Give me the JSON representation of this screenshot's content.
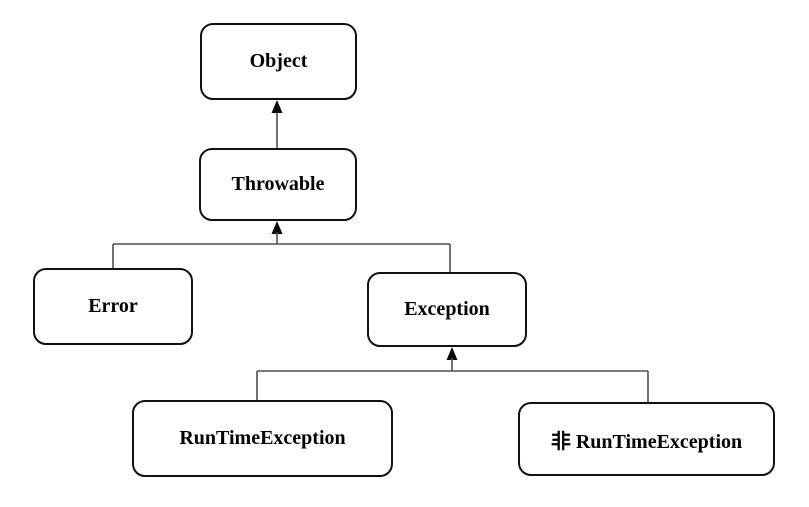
{
  "diagram": {
    "type": "class-hierarchy",
    "nodes": {
      "object": {
        "label": "Object"
      },
      "throwable": {
        "label": "Throwable"
      },
      "error": {
        "label": "Error"
      },
      "exception": {
        "label": "Exception"
      },
      "runtime_exception": {
        "label": "RunTimeException"
      },
      "non_runtime_exception": {
        "label": "非 RunTimeException"
      }
    },
    "edges": [
      {
        "from": "Throwable",
        "to": "Object"
      },
      {
        "from": "Error",
        "to": "Throwable"
      },
      {
        "from": "Exception",
        "to": "Throwable"
      },
      {
        "from": "RunTimeException",
        "to": "Exception"
      },
      {
        "from": "非 RunTimeException",
        "to": "Exception"
      }
    ],
    "colors": {
      "background": "#ffffff",
      "node_border": "#111111",
      "node_fill": "#ffffff",
      "edge_line": "#4f4f4f",
      "arrow_fill": "#0a0a0a",
      "text": "#000000"
    }
  }
}
